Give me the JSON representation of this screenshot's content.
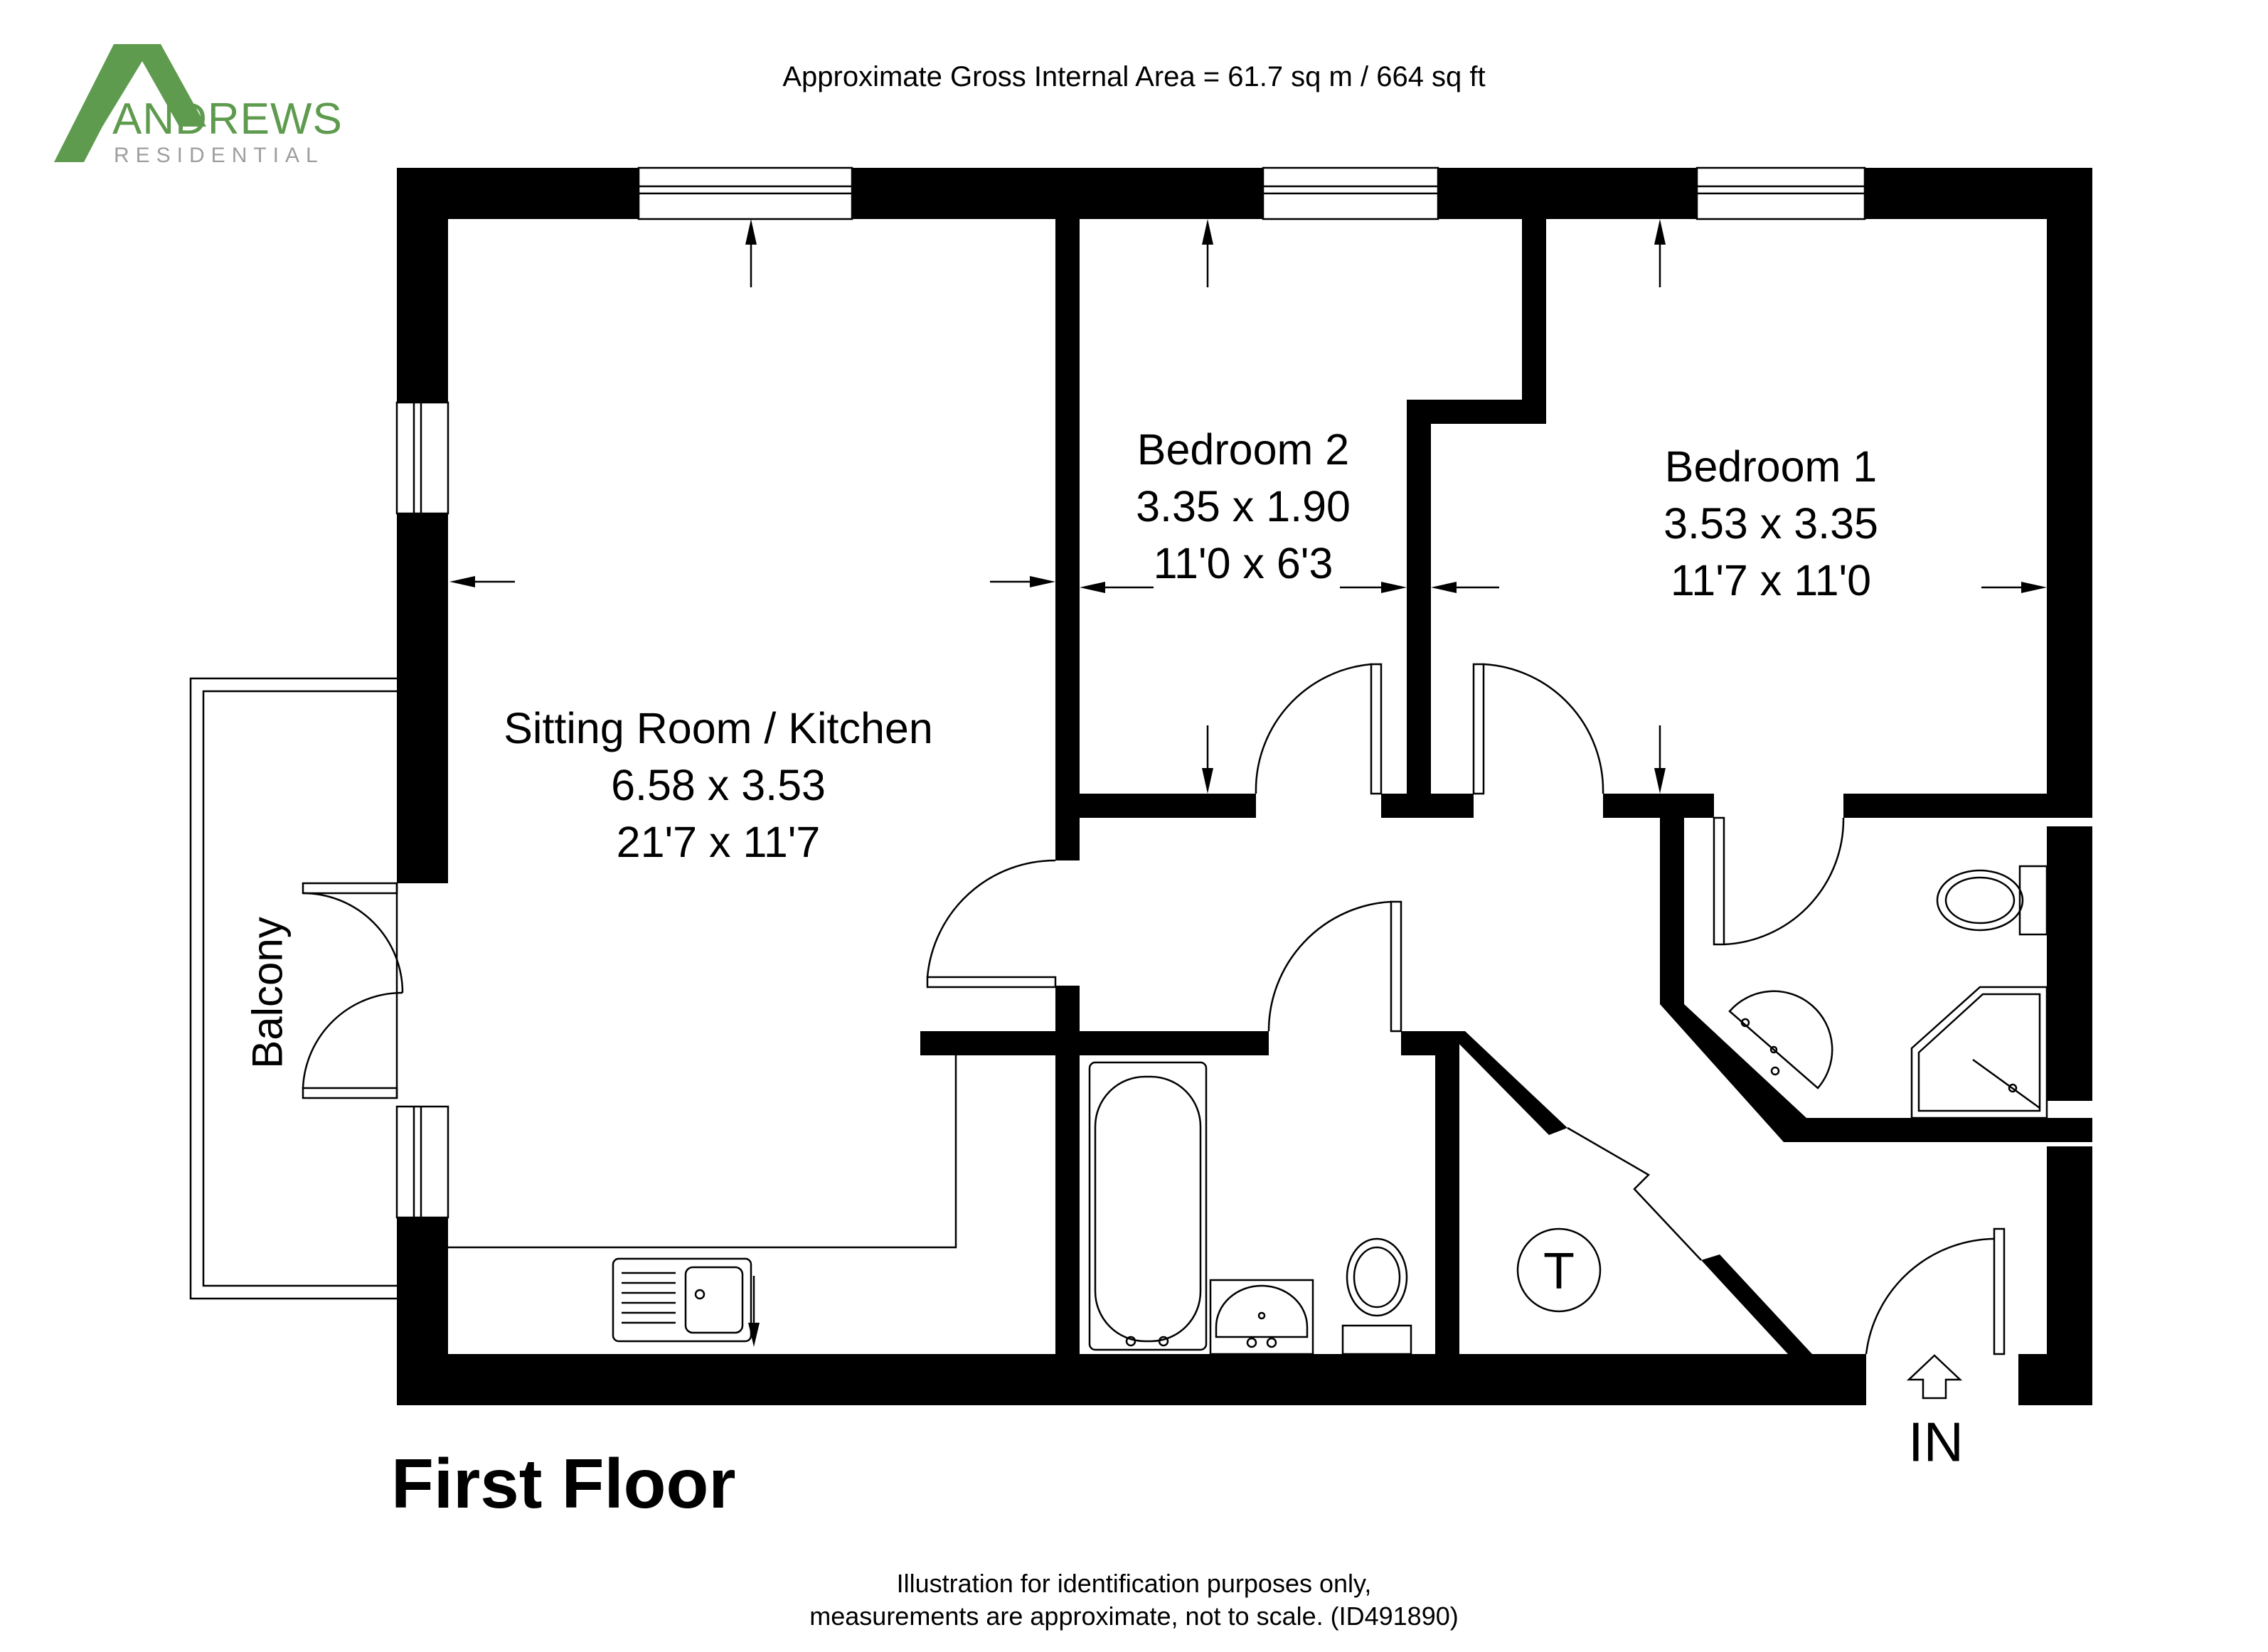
{
  "header": {
    "area_text": "Approximate Gross Internal Area = 61.7 sq m / 664 sq ft"
  },
  "logo": {
    "name": "ANDREWS",
    "tagline": "RESIDENTIAL",
    "color": "#5E9B4E"
  },
  "rooms": {
    "sitting": {
      "name": "Sitting Room / Kitchen",
      "metric": "6.58 x 3.53",
      "imperial": "21'7 x 11'7"
    },
    "bedroom2": {
      "name": "Bedroom 2",
      "metric": "3.35 x 1.90",
      "imperial": "11'0 x 6'3"
    },
    "bedroom1": {
      "name": "Bedroom 1",
      "metric": "3.53 x 3.35",
      "imperial": "11'7 x 11'0"
    },
    "balcony": {
      "name": "Balcony"
    },
    "cupboard": {
      "label": "T"
    },
    "entrance": {
      "label": "IN"
    }
  },
  "floor_title": "First Floor",
  "footer": {
    "line1": "Illustration for identification purposes only,",
    "line2": "measurements are approximate, not to scale. (ID491890)"
  },
  "colors": {
    "wall": "#000000",
    "background": "#ffffff"
  }
}
